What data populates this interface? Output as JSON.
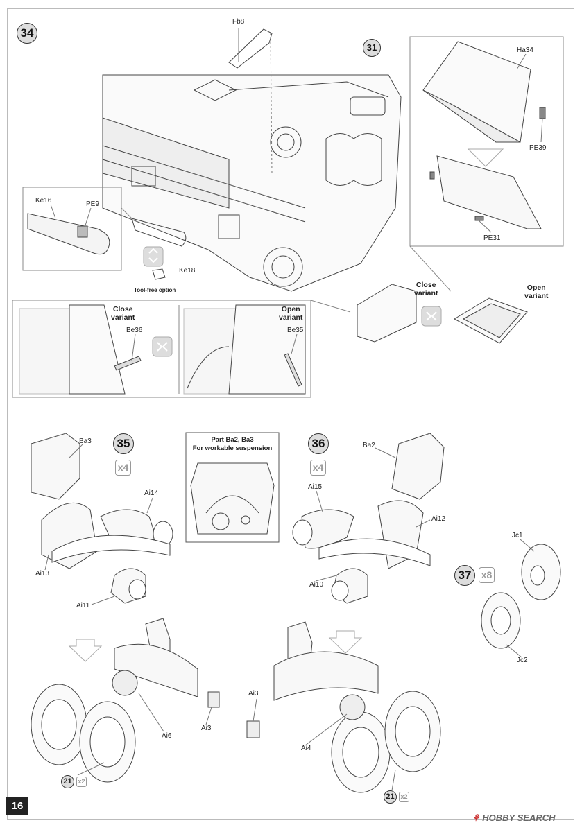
{
  "page_number": "16",
  "watermark": "HOBBY SEARCH",
  "steps": {
    "s34": "34",
    "s31": "31",
    "s35": "35",
    "s36": "36",
    "s37": "37",
    "x4a": "x4",
    "x4b": "x4",
    "x8": "x8",
    "s21a": "21",
    "s21b": "21",
    "x2a": "x2",
    "x2b": "x2"
  },
  "parts": {
    "fb8": "Fb8",
    "ha34": "Ha34",
    "pe39": "PE39",
    "pe31": "PE31",
    "ke16": "Ke16",
    "pe9": "PE9",
    "ke18": "Ke18",
    "be36": "Be36",
    "be35": "Be35",
    "ba3": "Ba3",
    "ai14": "Ai14",
    "ai13": "Ai13",
    "ai11": "Ai11",
    "ba2": "Ba2",
    "ai15": "Ai15",
    "ai12": "Ai12",
    "ai10": "Ai10",
    "jc1": "Jc1",
    "jc2": "Jc2",
    "ai6": "Ai6",
    "ai3a": "Ai3",
    "ai3b": "Ai3",
    "ai4": "Ai4"
  },
  "notes": {
    "tool_free": "Tool-free option",
    "close_variant_1": "Close\nvariant",
    "open_variant_1": "Open\nvariant",
    "close_variant_2": "Close\nvariant",
    "open_variant_2": "Open\nvariant",
    "workable_title": "Part Ba2, Ba3\nFor workable suspension"
  }
}
